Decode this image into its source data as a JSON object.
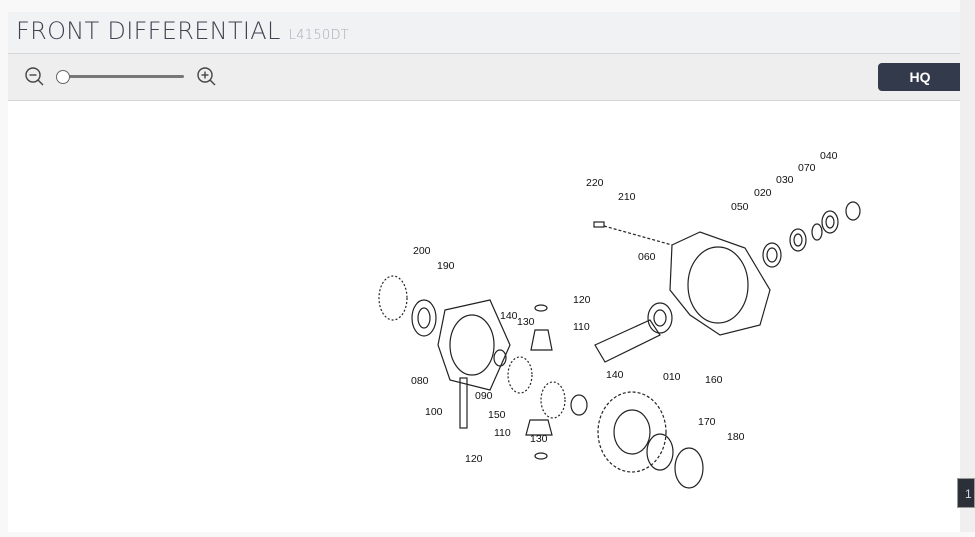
{
  "header": {
    "title": "FRONT DIFFERENTIAL",
    "model": "L4150DT"
  },
  "toolbar": {
    "zoom_out_icon": "zoom-out-icon",
    "zoom_in_icon": "zoom-in-icon",
    "zoom_level": 0,
    "hq_label": "HQ"
  },
  "diagram": {
    "callouts": [
      "220",
      "210",
      "040",
      "070",
      "030",
      "020",
      "050",
      "060",
      "200",
      "190",
      "120",
      "140",
      "130",
      "110",
      "080",
      "090",
      "100",
      "150",
      "110",
      "130",
      "120",
      "140",
      "010",
      "160",
      "170",
      "180"
    ]
  },
  "page_indicator": "1"
}
